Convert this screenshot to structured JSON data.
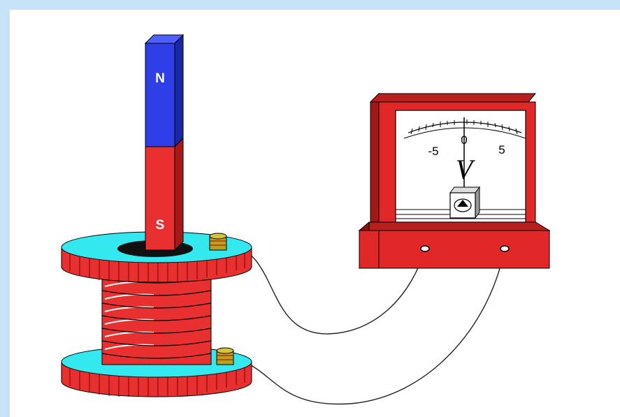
{
  "magnet": {
    "north_label": "N",
    "south_label": "S",
    "north_color": "#2f3fe8",
    "south_color": "#e83030"
  },
  "voltmeter": {
    "scale_min": "-5",
    "scale_mid": "0",
    "scale_max": "5",
    "symbol": "V",
    "needle_value": 0,
    "body_color": "#e02828"
  },
  "coil": {
    "flange_color": "#33e8ee",
    "winding_color": "#e83030"
  },
  "colors": {
    "background": "#ffffff",
    "frame": "#c8e2f7"
  }
}
